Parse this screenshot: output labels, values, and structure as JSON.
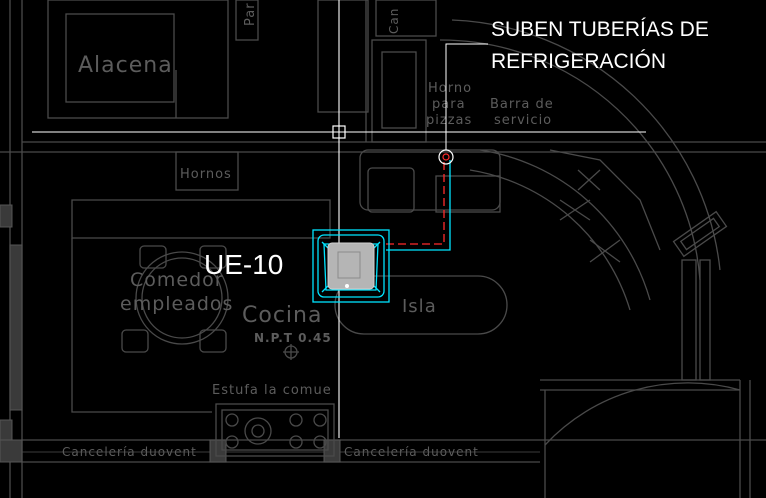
{
  "annotation": {
    "line1": "SUBEN TUBERÍAS DE",
    "line2": "REFRIGERACIÓN"
  },
  "unit_tag": "UE-10",
  "rooms": {
    "alacena": "Alacena",
    "hornos": "Hornos",
    "comedor_l1": "Comedor",
    "comedor_l2": "empleados",
    "cocina": "Cocina",
    "isla": "Isla",
    "npt": "N.P.T 0.45",
    "estufa": "Estufa la comue",
    "horno_l1": "Horno",
    "horno_l2": "para",
    "horno_l3": "pizzas",
    "barra_l1": "Barra de",
    "barra_l2": "servicio",
    "canceleria_left": "Cancelería duovent",
    "canceleria_right": "Cancelería duovent",
    "par": "Par",
    "can": "Can"
  },
  "colors": {
    "background": "#000000",
    "cad_lines": "#4a4a4a",
    "equipment": "#00e5ff",
    "piping": "#ff2b2b",
    "crosshair": "#ffffff",
    "unit_fill": "#b5b5b5"
  }
}
